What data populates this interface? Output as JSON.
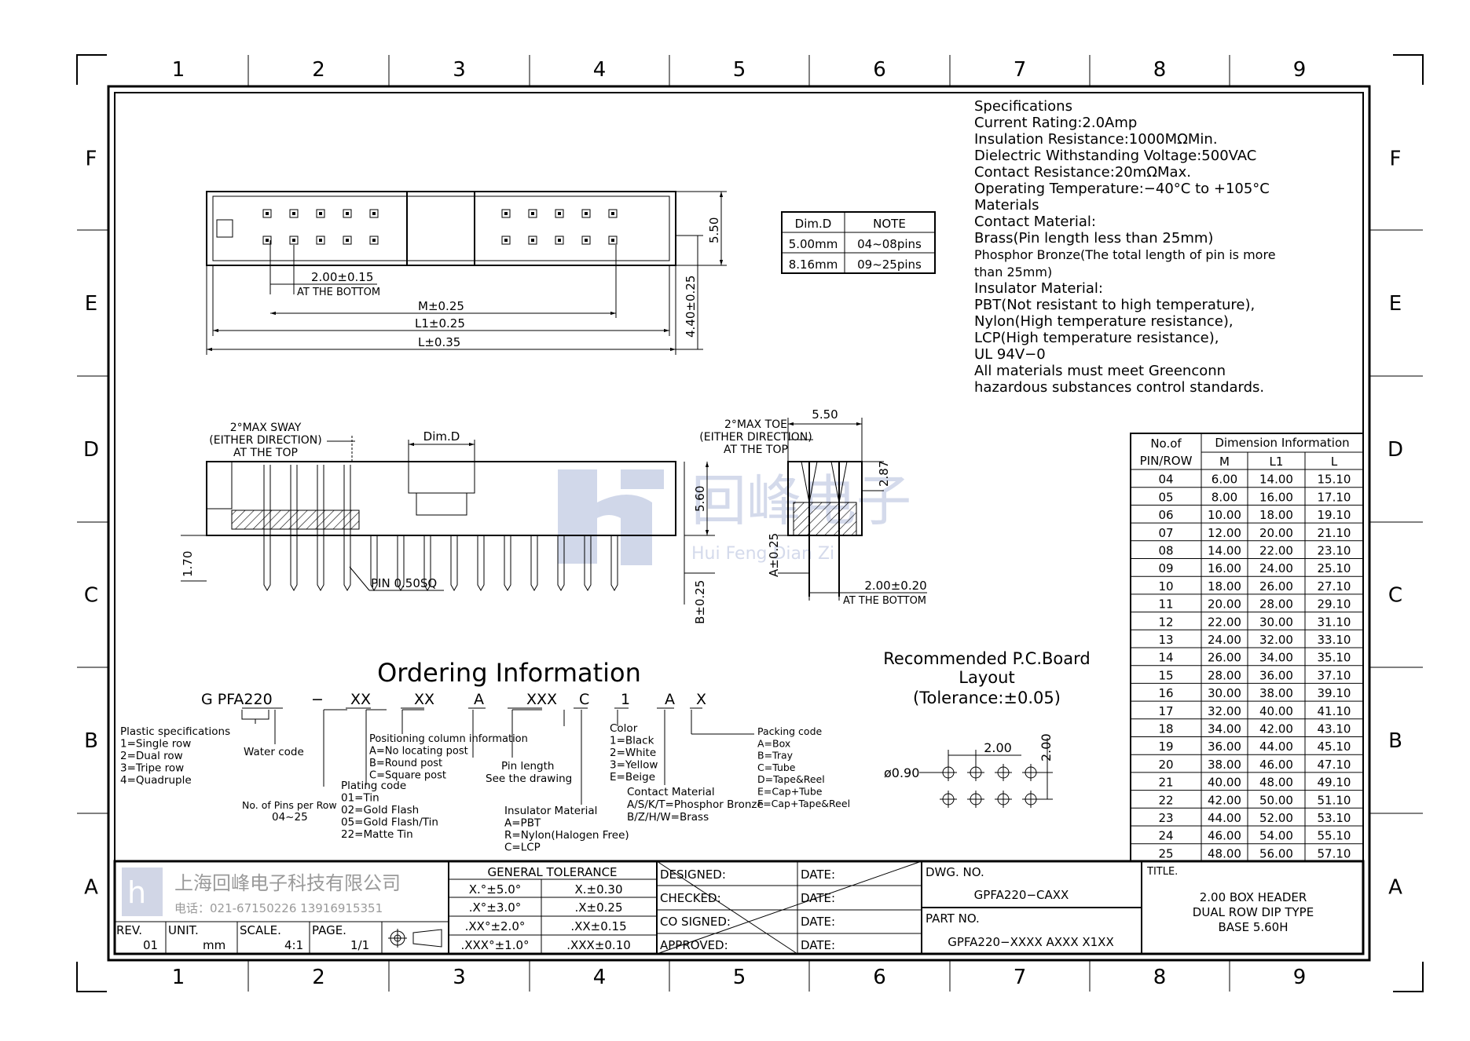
{
  "grid": {
    "columns": [
      "1",
      "2",
      "3",
      "4",
      "5",
      "6",
      "7",
      "8",
      "9"
    ],
    "rows": [
      "F",
      "E",
      "D",
      "C",
      "B",
      "A"
    ]
  },
  "top_view": {
    "dim_height": "5.50",
    "dim_depth": "4.40±0.25",
    "pitch": "2.00±0.15",
    "pitch_note": "AT THE BOTTOM",
    "dim_m": "M±0.25",
    "dim_l1": "L1±0.25",
    "dim_l": "L±0.35"
  },
  "dim_d_table": {
    "headers": [
      "Dim.D",
      "NOTE"
    ],
    "rows": [
      [
        "5.00mm",
        "04~08pins"
      ],
      [
        "8.16mm",
        "09~25pins"
      ]
    ]
  },
  "specifications": [
    "Specifications",
    "Current  Rating:2.0Amp",
    "Insulation  Resistance:1000MΩMin.",
    "Dielectric  Withstanding  Voltage:500VAC",
    "Contact  Resistance:20mΩMax.",
    "Operating  Temperature:−40°C  to  +105°C",
    "Materials",
    "Contact  Material:",
    "Brass(Pin  length  less  than  25mm)",
    "Phosphor Bronze(The total length of pin is more",
    "than 25mm)",
    "Insulator  Material:",
    "PBT(Not  resistant  to  high  temperature),",
    "Nylon(High  temperature  resistance),",
    "LCP(High  temperature  resistance),",
    "UL  94V−0",
    "All  materials  must  meet  Greenconn",
    "hazardous  substances  control  standards."
  ],
  "side_view": {
    "sway_note": [
      "2°MAX  SWAY",
      "(EITHER  DIRECTION)",
      "AT  THE  TOP"
    ],
    "dim_d": "Dim.D",
    "dim_560": "5.60",
    "dim_170": "1.70",
    "pin_note": "PIN  0.50SQ",
    "dim_b": "B±0.25"
  },
  "end_view": {
    "toe_note": [
      "2°MAX  TOE",
      "(EITHER  DIRECTION)",
      "AT  THE  TOP"
    ],
    "dim_550": "5.50",
    "dim_287": "2.87",
    "dim_a": "A±0.25",
    "pitch": "2.00±0.20",
    "pitch_note": "AT  THE  BOTTOM"
  },
  "watermark": {
    "name": "回峰电子",
    "pinyin": "Hui Feng Dian Zi"
  },
  "dimension_table": {
    "header_left": [
      "No.of",
      "PIN/ROW"
    ],
    "header_group": "Dimension  Information",
    "columns": [
      "M",
      "L1",
      "L"
    ],
    "rows": [
      [
        "04",
        "6.00",
        "14.00",
        "15.10"
      ],
      [
        "05",
        "8.00",
        "16.00",
        "17.10"
      ],
      [
        "06",
        "10.00",
        "18.00",
        "19.10"
      ],
      [
        "07",
        "12.00",
        "20.00",
        "21.10"
      ],
      [
        "08",
        "14.00",
        "22.00",
        "23.10"
      ],
      [
        "09",
        "16.00",
        "24.00",
        "25.10"
      ],
      [
        "10",
        "18.00",
        "26.00",
        "27.10"
      ],
      [
        "11",
        "20.00",
        "28.00",
        "29.10"
      ],
      [
        "12",
        "22.00",
        "30.00",
        "31.10"
      ],
      [
        "13",
        "24.00",
        "32.00",
        "33.10"
      ],
      [
        "14",
        "26.00",
        "34.00",
        "35.10"
      ],
      [
        "15",
        "28.00",
        "36.00",
        "37.10"
      ],
      [
        "16",
        "30.00",
        "38.00",
        "39.10"
      ],
      [
        "17",
        "32.00",
        "40.00",
        "41.10"
      ],
      [
        "18",
        "34.00",
        "42.00",
        "43.10"
      ],
      [
        "19",
        "36.00",
        "44.00",
        "45.10"
      ],
      [
        "20",
        "38.00",
        "46.00",
        "47.10"
      ],
      [
        "21",
        "40.00",
        "48.00",
        "49.10"
      ],
      [
        "22",
        "42.00",
        "50.00",
        "51.10"
      ],
      [
        "23",
        "44.00",
        "52.00",
        "53.10"
      ],
      [
        "24",
        "46.00",
        "54.00",
        "55.10"
      ],
      [
        "25",
        "48.00",
        "56.00",
        "57.10"
      ]
    ]
  },
  "pcb_layout": {
    "title": [
      "Recommended  P.C.Board",
      "Layout",
      "(Tolerance:±0.05)"
    ],
    "hole": "ø0.90",
    "pitch_x": "2.00",
    "pitch_y": "2.00"
  },
  "ordering": {
    "title": "Ordering  Information",
    "code": [
      "G PFA220",
      "−",
      "XX",
      "XX",
      "A",
      "XXX",
      "C",
      "1",
      "A",
      "X"
    ],
    "plastic_spec": [
      "Plastic  specifications",
      "1=Single  row",
      "2=Dual  row",
      "3=Tripe  row",
      "4=Quadruple"
    ],
    "water_code": "Water  code",
    "pins_per_row": [
      "No. of Pins per Row",
      "04~25"
    ],
    "positioning": [
      "Positioning  column  information",
      "A=No  locating  post",
      "B=Round  post",
      "C=Square  post"
    ],
    "plating": [
      "Plating  code",
      "01=Tin",
      "02=Gold  Flash",
      "05=Gold  Flash/Tin",
      "22=Matte  Tin"
    ],
    "pin_length": [
      "Pin  length",
      "See  the  drawing"
    ],
    "insulator": [
      "Insulator  Material",
      "A=PBT",
      "R=Nylon(Halogen  Free)",
      "C=LCP"
    ],
    "color": [
      "Color",
      "1=Black",
      "2=White",
      "3=Yellow",
      "E=Beige"
    ],
    "contact": [
      "Contact  Material",
      "A/S/K/T=Phosphor  Bronze",
      "B/Z/H/W=Brass"
    ],
    "packing": [
      "Packing  code",
      "A=Box",
      "B=Tray",
      "C=Tube",
      "D=Tape&Reel",
      "E=Cap+Tube",
      "F=Cap+Tape&Reel"
    ]
  },
  "title_block": {
    "company": "上海回峰电子科技有限公司",
    "phone": "电话：021-67150226  13916915351",
    "rev_label": "REV.",
    "rev": "01",
    "unit_label": "UNIT.",
    "unit": "mm",
    "scale_label": "SCALE.",
    "scale": "4:1",
    "page_label": "PAGE.",
    "page": "1/1",
    "tolerance_title": "GENERAL  TOLERANCE",
    "tolerance": [
      [
        "X.°±5.0°",
        "X.±0.30"
      ],
      [
        ".X°±3.0°",
        ".X±0.25"
      ],
      [
        ".XX°±2.0°",
        ".XX±0.15"
      ],
      [
        ".XXX°±1.0°",
        ".XXX±0.10"
      ]
    ],
    "sign_rows": [
      "DESIGNED:",
      "CHECKED:",
      "CO  SIGNED:",
      "APPROVED:"
    ],
    "date_label": "DATE:",
    "dwg_label": "DWG.  NO.",
    "dwg_no": "GPFA220−CAXX",
    "part_label": "PART  NO.",
    "part_no": "GPFA220−XXXX  AXXX  X1XX",
    "title_label": "TITLE.",
    "title_lines": [
      "2.00  BOX  HEADER",
      "DUAL  ROW  DIP  TYPE",
      "BASE  5.60H"
    ]
  }
}
